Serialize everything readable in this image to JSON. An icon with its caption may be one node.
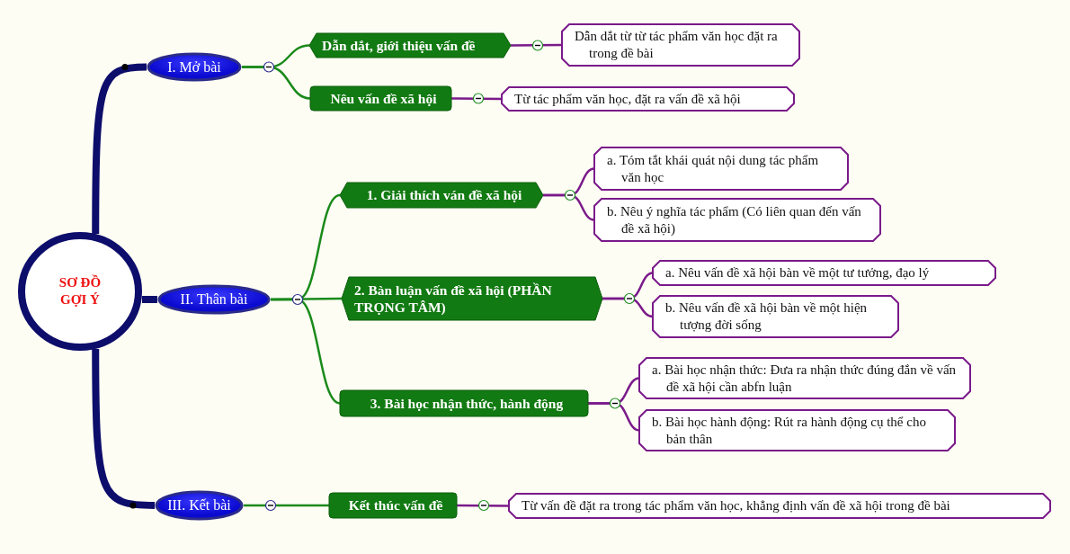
{
  "diagram": {
    "nodes": [
      {
        "text": [
          "SƠ ĐỒ GỢI Ý"
        ]
      },
      {
        "text": [
          "I. Mở bài"
        ]
      },
      {
        "text": [
          "II. Thân bài"
        ]
      },
      {
        "text": [
          "III. Kết bài"
        ]
      },
      {
        "text": [
          "Dẫn dắt, giới thiệu vấn đề"
        ]
      },
      {
        "text": [
          "Dẫn dắt từ từ tác phẩm văn học đặt ra trong đề bài"
        ]
      },
      {
        "text": [
          "Nêu vấn đề xã hội"
        ]
      },
      {
        "text": [
          "Từ tác phẩm văn học, đặt ra vấn đề xã hội"
        ]
      },
      {
        "text": [
          "1. Giải thích ván đề xã hội"
        ]
      },
      {
        "text": [
          "a. Tóm tắt khái quát nội dung tác phẩm văn học"
        ]
      },
      {
        "text": [
          "b. Nêu ý nghĩa tác phẩm (Có liên quan đến vấn đề xã hội)"
        ]
      },
      {
        "text": [
          "2. Bàn luận vấn đề xã hội (PHẦN TRỌNG TÂM)"
        ]
      },
      {
        "text": [
          "a. Nêu vấn đề xã hội bàn về một tư tưởng, đạo lý"
        ]
      },
      {
        "text": [
          "b. Nêu vấn đề xã hội bàn về một hiện tượng đời sống"
        ]
      },
      {
        "text": [
          "3. Bài học nhận thức, hành động"
        ]
      },
      {
        "text": [
          "a. Bài học nhận thức: Đưa ra nhận thức đúng đắn về vấn đề xã hội cần abfn luận"
        ]
      },
      {
        "text": [
          "b. Bài học hành động: Rút ra hành động cụ thể cho bản thân"
        ]
      },
      {
        "text": [
          "Kết thúc vấn đề"
        ]
      },
      {
        "text": [
          "Từ vấn đề đặt ra trong tác phẩm văn học, khẳng định vấn đề xã hội trong đề bài"
        ]
      }
    ],
    "edges": [
      {
        "from": 0,
        "to": 1,
        "arrow": "none",
        "style": "thick",
        "color": "#0d0d6b"
      },
      {
        "from": 0,
        "to": 2,
        "arrow": "none",
        "style": "thick",
        "color": "#0d0d6b"
      },
      {
        "from": 0,
        "to": 3,
        "arrow": "none",
        "style": "thick",
        "color": "#0d0d6b"
      },
      {
        "from": 1,
        "to": 4,
        "arrow": "none",
        "color": "#1a8a1a"
      },
      {
        "from": 1,
        "to": 6,
        "arrow": "none",
        "color": "#1a8a1a"
      },
      {
        "from": 4,
        "to": 5,
        "arrow": "none"
      },
      {
        "from": 6,
        "to": 7,
        "arrow": "none"
      },
      {
        "from": 2,
        "to": 8,
        "arrow": "none",
        "color": "#1a8a1a"
      },
      {
        "from": 2,
        "to": 11,
        "arrow": "none",
        "color": "#1a8a1a"
      },
      {
        "from": 2,
        "to": 14,
        "arrow": "none",
        "color": "#1a8a1a"
      },
      {
        "from": 8,
        "to": 9,
        "arrow": "none"
      },
      {
        "from": 8,
        "to": 10,
        "arrow": "none"
      },
      {
        "from": 11,
        "to": 12,
        "arrow": "none"
      },
      {
        "from": 11,
        "to": 13,
        "arrow": "none"
      },
      {
        "from": 14,
        "to": 15,
        "arrow": "none"
      },
      {
        "from": 14,
        "to": 16,
        "arrow": "none"
      },
      {
        "from": 3,
        "to": 17,
        "arrow": "none",
        "color": "#1a8a1a"
      },
      {
        "from": 17,
        "to": 18,
        "arrow": "none"
      }
    ]
  }
}
